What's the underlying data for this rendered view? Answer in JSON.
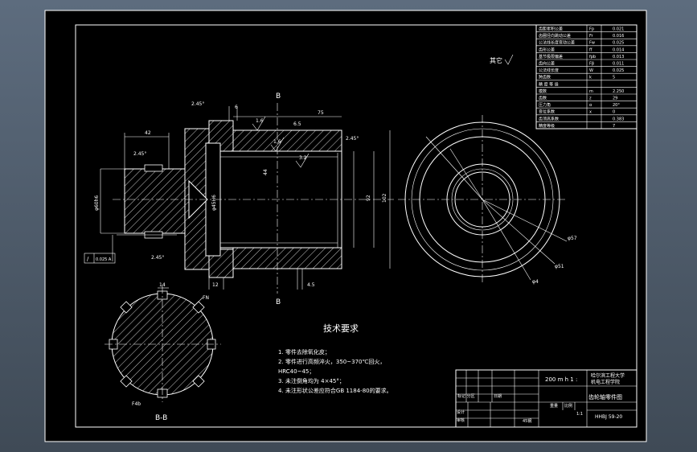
{
  "title_block": {
    "scale_text": "200 m h 1 :",
    "school_line1": "哈尔滨工程大学",
    "school_line2": "机电工程学院",
    "part_name": "齿轮轴零件图",
    "drawing_no": "HHBJ 59-20",
    "label_designer": "设计",
    "label_checker": "审核",
    "label_material": "45钢",
    "label_scale": "比例",
    "label_sheet": "1:1",
    "label_stage": "标记 分区",
    "label_weight": "重量",
    "label_date": "日期"
  },
  "param_table": {
    "rows": [
      {
        "name": "齿距累积公差",
        "sym": "Fp",
        "val": "0.021"
      },
      {
        "name": "齿圈径向跳动公差",
        "sym": "Fr",
        "val": "0.016"
      },
      {
        "name": "公法线长度变动公差",
        "sym": "Fw",
        "val": "0.025"
      },
      {
        "name": "齿形公差",
        "sym": "ff",
        "val": "0.014"
      },
      {
        "name": "基节极限偏差",
        "sym": "fpb",
        "val": "0.013"
      },
      {
        "name": "齿向公差",
        "sym": "Fβ",
        "val": "0.011"
      },
      {
        "name": "公法线长度",
        "sym": "W",
        "val": "0.025"
      },
      {
        "name": "跨齿数",
        "sym": "k",
        "val": "5"
      },
      {
        "name": "精 度 等 级",
        "sym": "",
        "val": ""
      },
      {
        "name": "模数",
        "sym": "m",
        "val": "2.250"
      },
      {
        "name": "齿数",
        "sym": "z",
        "val": "29"
      },
      {
        "name": "压力角",
        "sym": "α",
        "val": "20°"
      },
      {
        "name": "变位系数",
        "sym": "x",
        "val": "0"
      },
      {
        "name": "齿顶高系数",
        "sym": "",
        "val": "0.383"
      },
      {
        "name": "精度等级",
        "sym": "",
        "val": "7"
      }
    ]
  },
  "notes": {
    "heading": "技术要求",
    "items": [
      "1. 零件去除氧化皮；",
      "2. 零件进行高频淬火，350~370℃回火，",
      "HRC40~45；",
      "3. 未注倒角均为 4×45°；",
      "4. 未注形状公差应符合GB 1184-80的要求。"
    ]
  },
  "annotations": {
    "other": "其它",
    "section_b_top": "B",
    "section_b_bottom": "B",
    "section_label": "B-B",
    "chamfer_1": "2.45°",
    "chamfer_2": "2.45°",
    "chamfer_3": "2.45°",
    "chamfer_4": "2.45°",
    "dim_42": "42",
    "dim_6": "6",
    "dim_75": "75",
    "dim_6_5": "6.5",
    "dim_12": "12",
    "dim_4_5": "4.5",
    "dim_14": "14",
    "dim_92": "92",
    "dim_102": "102",
    "dim_44": "44",
    "dim_phi": "φ45H6",
    "dim_phi_left": "φ60h6",
    "dim_phi57": "φ57",
    "dim_phi51": "φ51",
    "dim_phi4": "φ4",
    "rough_1": "1.6",
    "rough_2": "1.6",
    "rough_3": "3.2",
    "fn": "FN",
    "fn2": "F4b",
    "tol_frame": "0.025 A"
  }
}
